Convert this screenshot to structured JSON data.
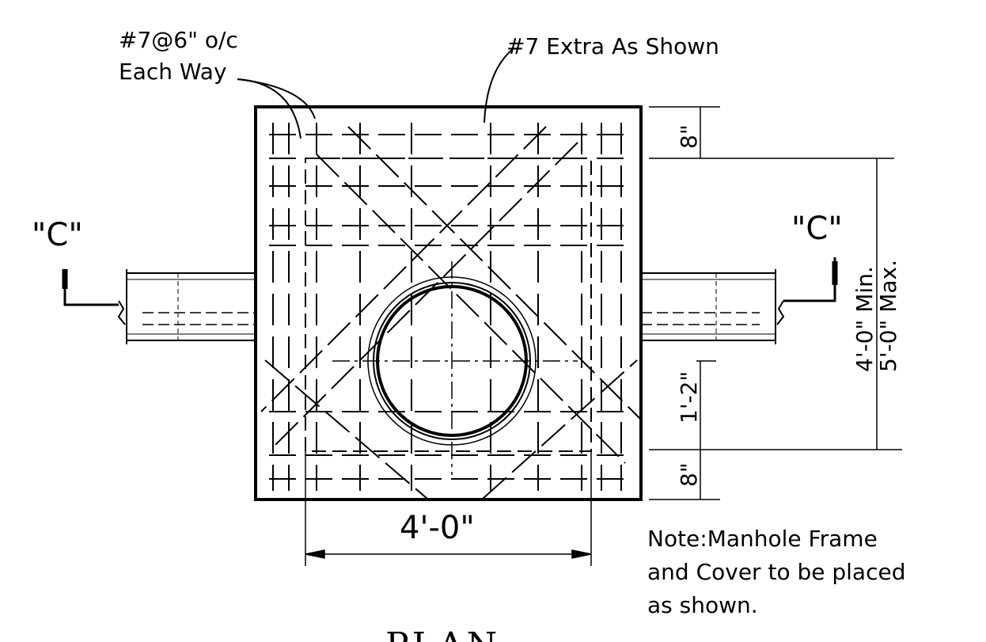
{
  "labels": {
    "bar_callout_line1": "#7@6\" o/c",
    "bar_callout_line2": "Each Way",
    "extra_callout": "#7 Extra As Shown",
    "section_left": "\"C\"",
    "section_right": "\"C\"",
    "dim_top": "8\"",
    "dim_right_a": "4'-0\" Min.",
    "dim_right_b": "5'-0\" Max.",
    "dim_lower": "1'-2\"",
    "dim_bottom": "8\"",
    "dim_width": "4'-0\"",
    "note_line1": "Note:Manhole Frame",
    "note_line2": "and Cover to be placed",
    "note_line3": "as shown.",
    "title": "PLAN"
  }
}
